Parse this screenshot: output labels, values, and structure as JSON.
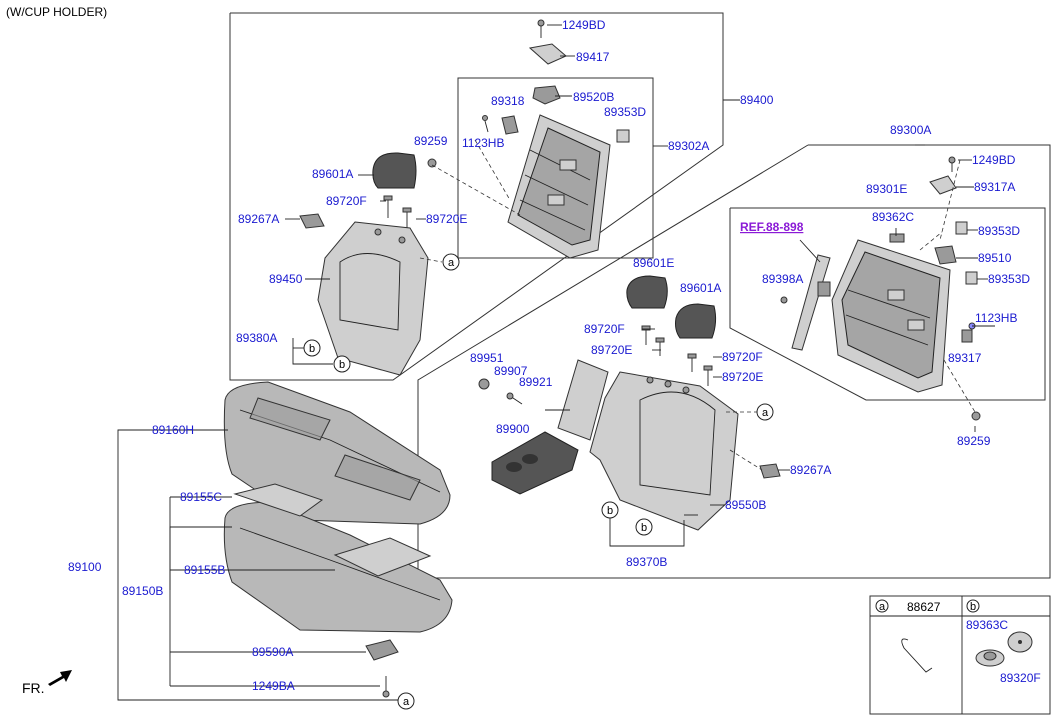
{
  "header": {
    "title": "(W/CUP HOLDER)"
  },
  "front_label": "FR.",
  "parts": {
    "p1249BD_top": "1249BD",
    "p89417": "89417",
    "p89520B": "89520B",
    "p89318": "89318",
    "p89353D_left": "89353D",
    "p1123HB_left": "1123HB",
    "p89302A": "89302A",
    "p89400": "89400",
    "p89259_left": "89259",
    "p89601A_left": "89601A",
    "p89720F_left": "89720F",
    "p89720E_left": "89720E",
    "p89267A_left": "89267A",
    "p89450": "89450",
    "p89380A": "89380A",
    "p89300A": "89300A",
    "p1249BD_right": "1249BD",
    "p89317A": "89317A",
    "p89301E": "89301E",
    "p89362C": "89362C",
    "ref": "REF.88-898",
    "p89353D_r1": "89353D",
    "p89510": "89510",
    "p89398A": "89398A",
    "p89353D_r2": "89353D",
    "p1123HB_right": "1123HB",
    "p89317": "89317",
    "p89259_right": "89259",
    "p89601E": "89601E",
    "p89601A_mid": "89601A",
    "p89720F_mid1": "89720F",
    "p89720E_mid1": "89720E",
    "p89720F_mid2": "89720F",
    "p89720E_mid2": "89720E",
    "p89951": "89951",
    "p89907": "89907",
    "p89921": "89921",
    "p89900": "89900",
    "p89267A_mid": "89267A",
    "p89550B": "89550B",
    "p89370B": "89370B",
    "p89160H": "89160H",
    "p89155C": "89155C",
    "p89155B": "89155B",
    "p89100": "89100",
    "p89150B": "89150B",
    "p89590A": "89590A",
    "p1249BA": "1249BA"
  },
  "callouts": {
    "a": "a",
    "b": "b"
  },
  "legend": {
    "a_letter": "a",
    "a_part": "88627",
    "b_letter": "b",
    "b_part1": "89363C",
    "b_part2": "89320F"
  }
}
